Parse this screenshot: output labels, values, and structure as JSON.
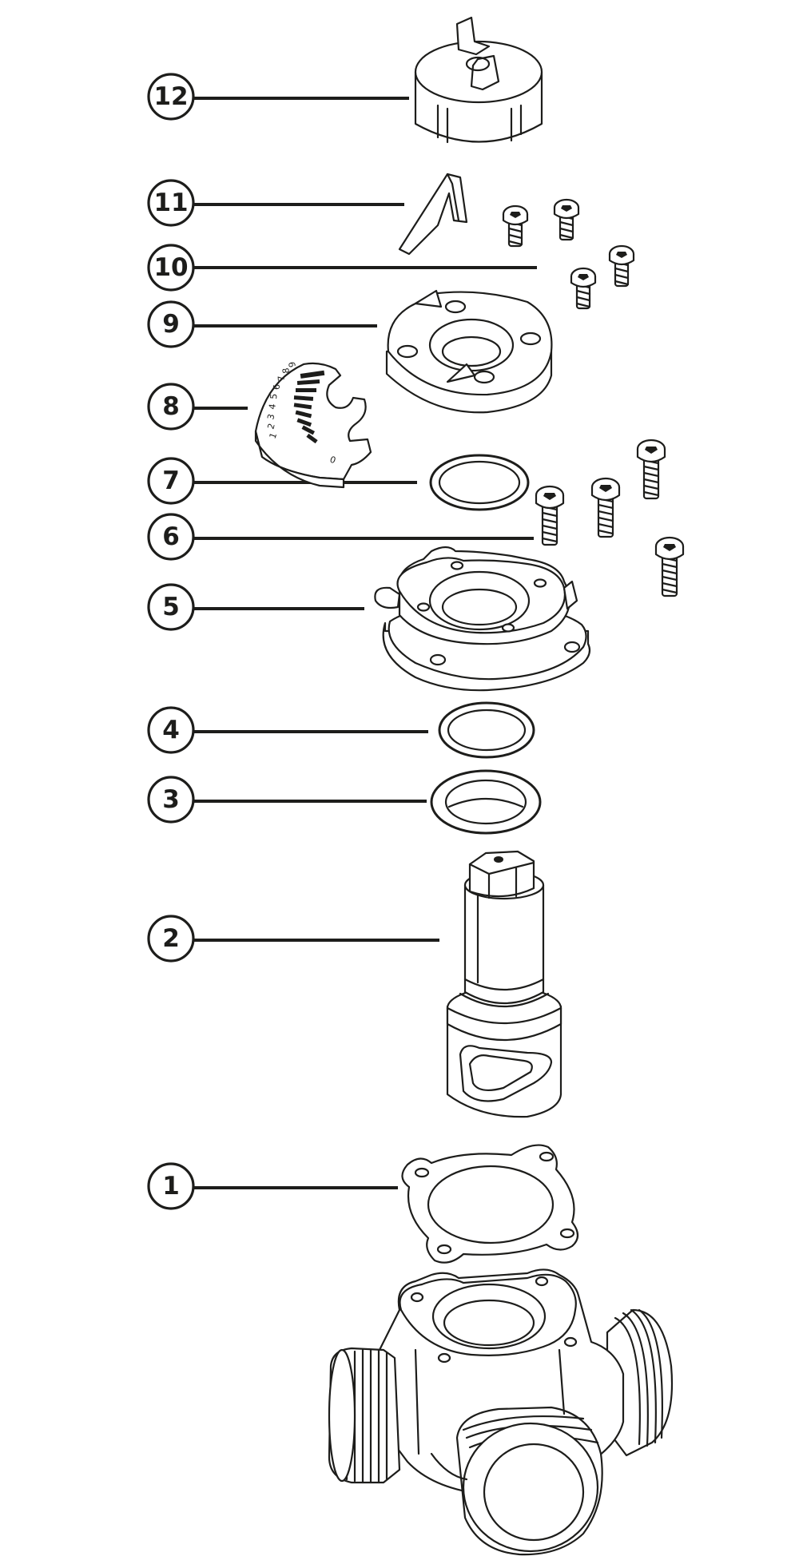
{
  "callouts": [
    {
      "id": "12",
      "label": "12"
    },
    {
      "id": "11",
      "label": "11"
    },
    {
      "id": "10",
      "label": "10"
    },
    {
      "id": "9",
      "label": "9"
    },
    {
      "id": "8",
      "label": "8"
    },
    {
      "id": "7",
      "label": "7"
    },
    {
      "id": "6",
      "label": "6"
    },
    {
      "id": "5",
      "label": "5"
    },
    {
      "id": "4",
      "label": "4"
    },
    {
      "id": "3",
      "label": "3"
    },
    {
      "id": "2",
      "label": "2"
    },
    {
      "id": "1",
      "label": "1"
    }
  ],
  "scale_plate": {
    "digits": [
      "1",
      "2",
      "3",
      "4",
      "5",
      "6",
      "7",
      "8",
      "9"
    ],
    "zero": "0"
  },
  "colors": {
    "ink": "#1d1d1b",
    "paper": "#ffffff"
  }
}
